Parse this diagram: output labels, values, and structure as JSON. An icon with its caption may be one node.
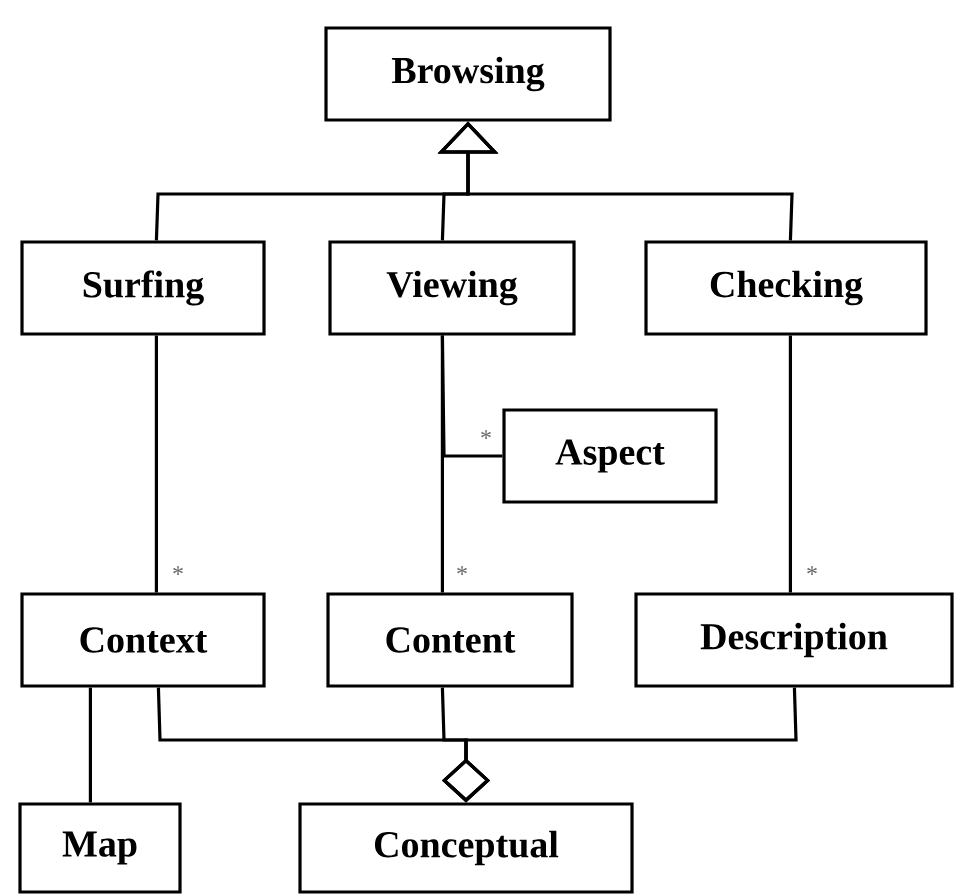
{
  "diagram": {
    "nodes": [
      {
        "text": [
          "Browsing"
        ]
      },
      {
        "text": [
          "Surfing"
        ]
      },
      {
        "text": [
          "Viewing"
        ]
      },
      {
        "text": [
          "Checking"
        ]
      },
      {
        "text": [
          "Aspect"
        ]
      },
      {
        "text": [
          "Context"
        ]
      },
      {
        "text": [
          "Content"
        ]
      },
      {
        "text": [
          "Description"
        ]
      },
      {
        "text": [
          "Map"
        ]
      },
      {
        "text": [
          "Conceptual"
        ]
      }
    ],
    "edges": [
      {
        "from": 1,
        "to": 0,
        "arrow": "to"
      },
      {
        "from": 2,
        "to": 0,
        "arrow": "to"
      },
      {
        "from": 3,
        "to": 0,
        "arrow": "to"
      },
      {
        "from": 1,
        "to": 5,
        "arrow": "none",
        "label": "*"
      },
      {
        "from": 2,
        "to": 6,
        "arrow": "none",
        "label": "*"
      },
      {
        "from": 2,
        "to": 4,
        "arrow": "none",
        "label": "*"
      },
      {
        "from": 3,
        "to": 7,
        "arrow": "none",
        "label": "*"
      },
      {
        "from": 5,
        "to": 9,
        "arrow": "other"
      },
      {
        "from": 6,
        "to": 9,
        "arrow": "other"
      },
      {
        "from": 7,
        "to": 9,
        "arrow": "other"
      },
      {
        "from": 5,
        "to": 8,
        "arrow": "none"
      }
    ]
  }
}
